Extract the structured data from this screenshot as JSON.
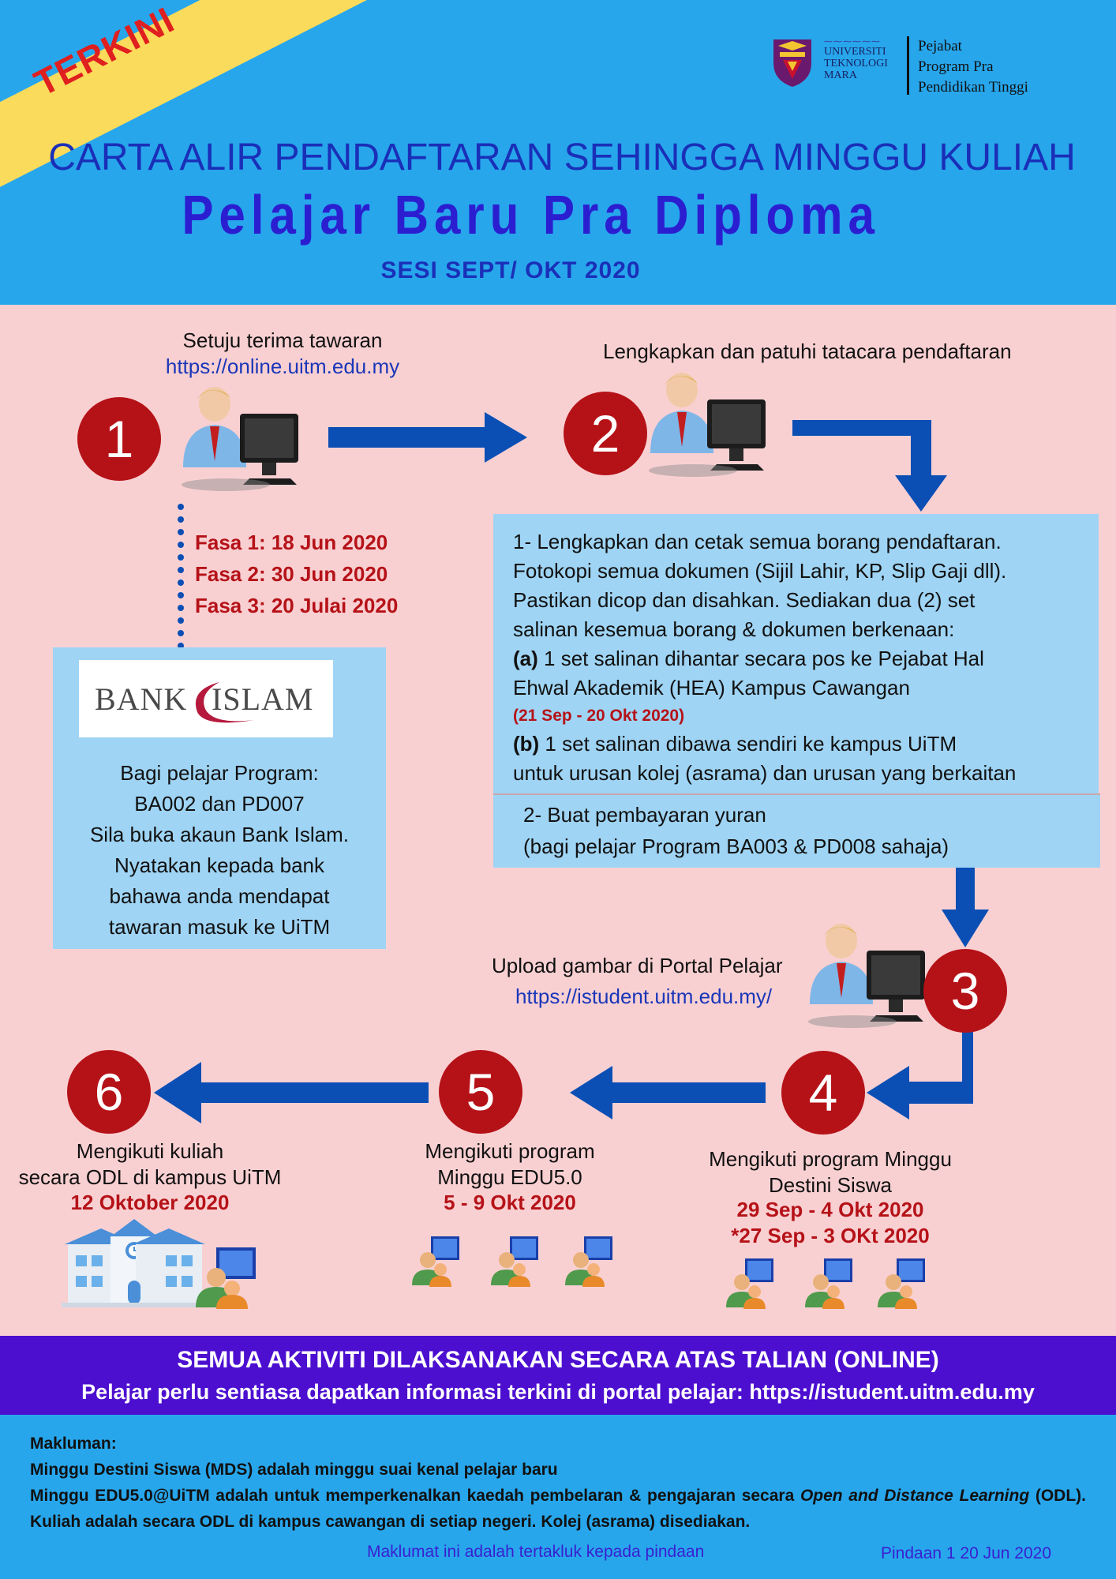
{
  "header": {
    "badge": "TERKINI",
    "title_line1": "CARTA ALIR PENDAFTARAN SEHINGGA  MINGGU KULIAH",
    "title_line2": "Pelajar Baru Pra Diploma",
    "title_line3": "SESI  SEPT/ OKT 2020",
    "logo": {
      "university_lines": [
        "UNIVERSITI",
        "TEKNOLOGI",
        "MARA"
      ],
      "office_lines": [
        "Pejabat",
        "Program Pra",
        "Pendidikan Tinggi"
      ]
    }
  },
  "steps": [
    {
      "number": "1",
      "caption": "Setuju terima tawaran",
      "link": "https://online.uitm.edu.my"
    },
    {
      "number": "2",
      "caption": "Lengkapkan dan patuhi tatacara pendaftaran"
    },
    {
      "number": "3",
      "caption": "Upload gambar  di Portal Pelajar",
      "link": "https://istudent.uitm.edu.my/"
    },
    {
      "number": "4",
      "caption_lines": [
        "Mengikuti program Minggu",
        "Destini Siswa"
      ],
      "dates": [
        "29 Sep - 4 Okt 2020",
        "*27 Sep - 3 OKt 2020"
      ]
    },
    {
      "number": "5",
      "caption_lines": [
        "Mengikuti program",
        "Minggu EDU5.0"
      ],
      "dates": [
        "5 - 9 Okt 2020"
      ]
    },
    {
      "number": "6",
      "caption_lines": [
        "Mengikuti kuliah",
        "secara ODL di kampus UiTM"
      ],
      "dates": [
        "12 Oktober 2020"
      ]
    }
  ],
  "phases": [
    "Fasa 1: 18 Jun 2020",
    "Fasa 2: 30 Jun 2020",
    "Fasa 3: 20 Julai 2020"
  ],
  "bank_box": {
    "logo_text": "BANK ISLAM",
    "lines": [
      "Bagi pelajar Program:",
      "BA002 dan PD007",
      "Sila buka akaun Bank Islam.",
      "Nyatakan kepada bank",
      "bahawa anda mendapat",
      "tawaran masuk ke UiTM"
    ]
  },
  "registration_box": {
    "intro_lines": [
      "1- Lengkapkan dan cetak semua borang pendaftaran.",
      "Fotokopi semua dokumen (Sijil Lahir, KP, Slip Gaji dll).",
      "Pastikan dicop dan disahkan. Sediakan dua (2) set",
      "salinan kesemua borang & dokumen berkenaan:"
    ],
    "item_a_label": "(a)",
    "item_a_lines": [
      " 1 set salinan dihantar secara pos  ke Pejabat Hal",
      "Ehwal Akademik  (HEA) Kampus Cawangan"
    ],
    "item_a_date": "(21 Sep -  20 Okt 2020)",
    "item_b_label": "(b)",
    "item_b_lines": [
      " 1 set salinan dibawa sendiri ke   kampus UiTM",
      " untuk urusan kolej (asrama) dan urusan yang berkaitan"
    ]
  },
  "fee_box": {
    "lines": [
      "2- Buat pembayaran yuran",
      "(bagi pelajar Program BA003 & PD008 sahaja)"
    ]
  },
  "footer": {
    "banner_line1": "SEMUA  AKTIVITI DILAKSANAKAN SECARA ATAS TALIAN  (ONLINE)",
    "banner_line2": "Pelajar perlu sentiasa dapatkan informasi terkini di portal  pelajar:  https://istudent.uitm.edu.my",
    "info_title": "Makluman:",
    "info_line1": "Minggu Destini Siswa (MDS) adalah minggu suai kenal pelajar baru",
    "info_line2_a": "Minggu EDU5.0@UiTM adalah untuk memperkenalkan kaedah pembelaran & pengajaran secara ",
    "info_line2_italic": "Open and Distance Learning",
    "info_line2_b": " (ODL). Kuliah adalah secara ODL di kampus  cawangan di setiap negeri. Kolej (asrama) disediakan.",
    "disclaimer": "Maklumat ini adalah tertakluk kepada pindaan",
    "revision": "Pindaan 1 20 Jun 2020"
  },
  "colors": {
    "header_bg": "#27a6ec",
    "body_bg": "#f9d0d2",
    "step_circle": "#b51218",
    "arrow": "#0b4fb5",
    "box_bg": "#9fd4f4",
    "banner_bg": "#4c0fd0"
  }
}
